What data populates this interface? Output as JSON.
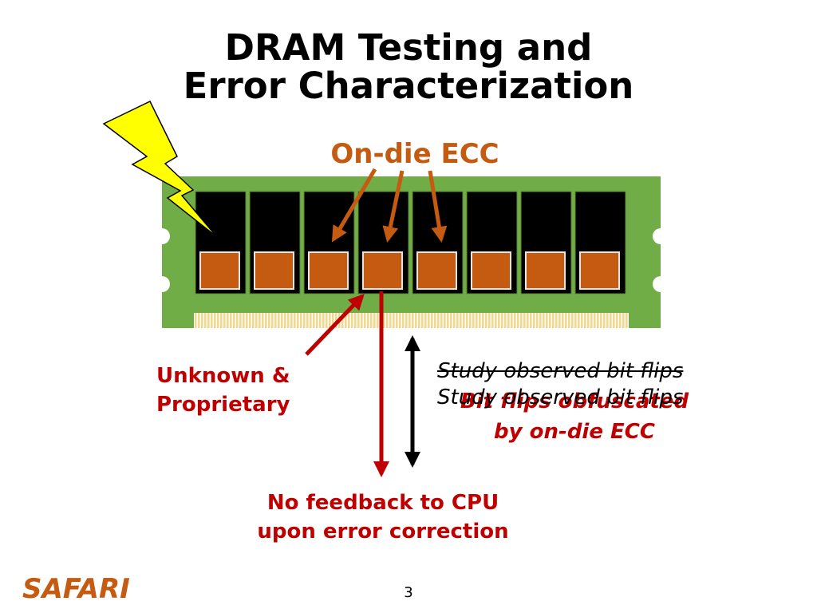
{
  "slide": {
    "title_line_1": "DRAM Testing and",
    "title_line_2": "Error Characterization",
    "page_number": "3",
    "brand": "SAFARI"
  },
  "diagram": {
    "on_die_ecc_label": "On-die ECC",
    "unknown_line_1": "Unknown &",
    "unknown_line_2": "Proprietary",
    "feedback_line_1": "No feedback to CPU",
    "feedback_line_2": "upon error correction",
    "study_observed_struck": "Study observed bit flips",
    "obfuscated_line_1": "Bit flips obfuscated",
    "obfuscated_line_2": "by on-die ECC",
    "study_observed": "Study observed bit flips"
  },
  "colors": {
    "pcb_green": "#70ad47",
    "chip_black": "#000000",
    "ecc_orange": "#c55a11",
    "error_red": "#c00000",
    "lightning_yellow": "#ffff00",
    "contacts_gold": "#f2d98a"
  },
  "icons": [
    "lightning-bolt-icon",
    "dram-module-icon"
  ]
}
